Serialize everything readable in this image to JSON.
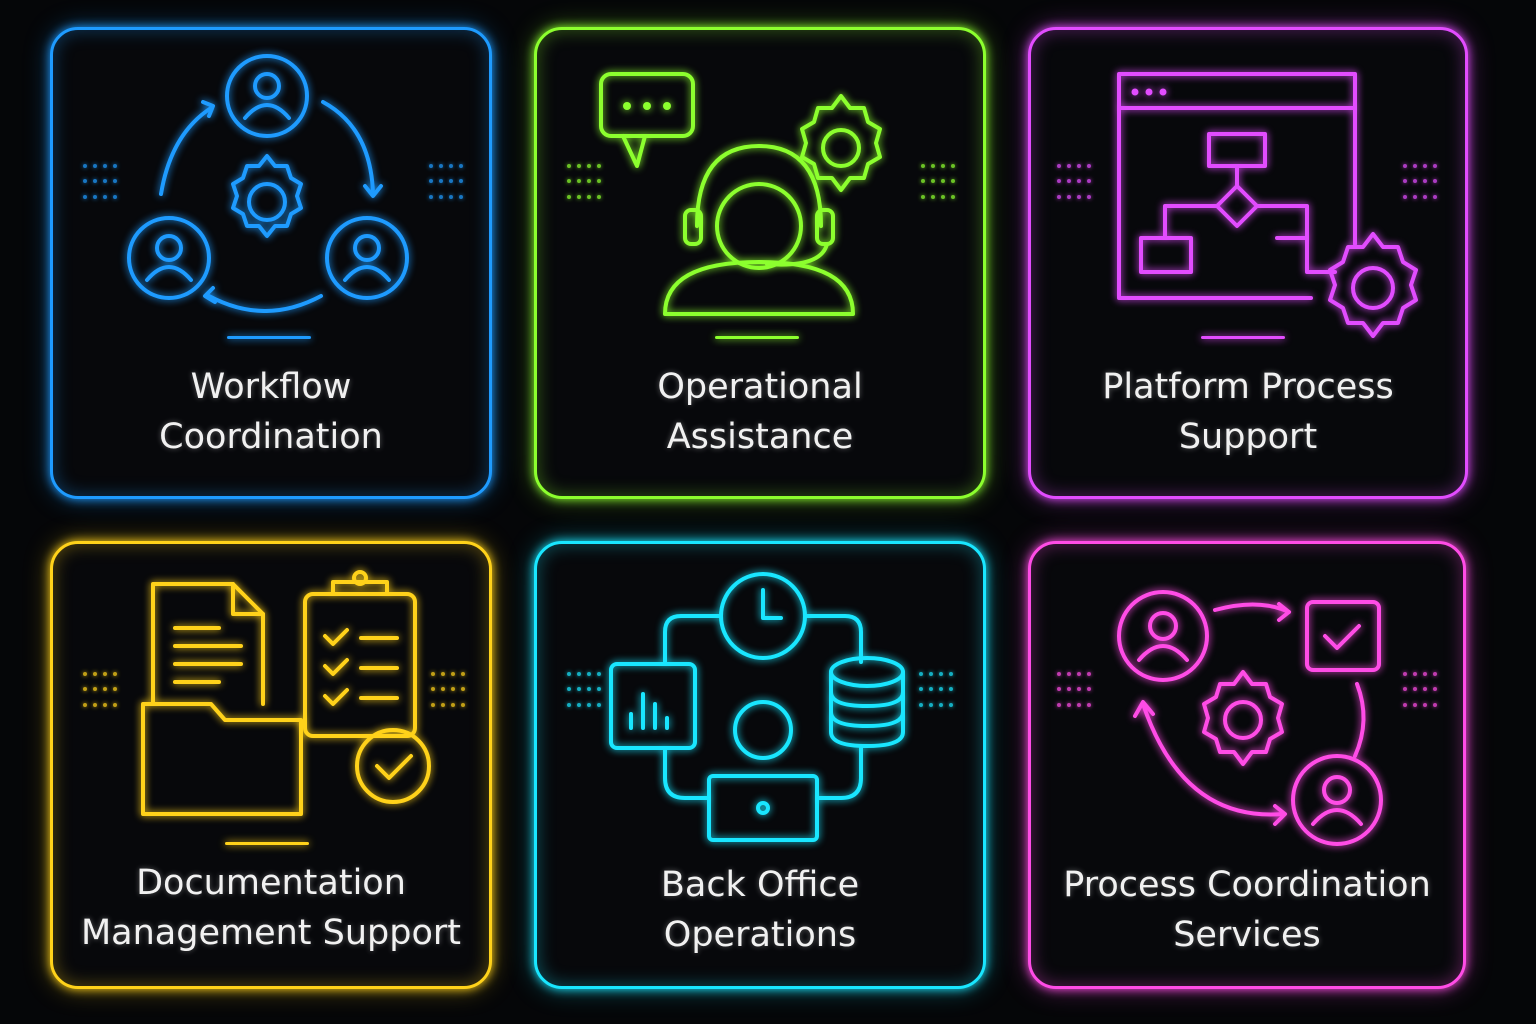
{
  "cards": [
    {
      "line1": "Workflow",
      "line2": "Coordination",
      "color": "#1e9bff",
      "icon_name": "workflow-cycle-icon"
    },
    {
      "line1": "Operational",
      "line2": "Assistance",
      "color": "#8cff2e",
      "icon_name": "support-agent-icon"
    },
    {
      "line1": "Platform Process",
      "line2": "Support",
      "color": "#e24cff",
      "icon_name": "platform-flowchart-icon"
    },
    {
      "line1": "Documentation",
      "line2": "Management Support",
      "color": "#ffd21a",
      "icon_name": "documents-checklist-icon"
    },
    {
      "line1": "Back Office",
      "line2": "Operations",
      "color": "#19e6ff",
      "icon_name": "back-office-hub-icon"
    },
    {
      "line1": "Process Coordination",
      "line2": "Services",
      "color": "#ff4ce6",
      "icon_name": "process-coordination-icon"
    }
  ]
}
